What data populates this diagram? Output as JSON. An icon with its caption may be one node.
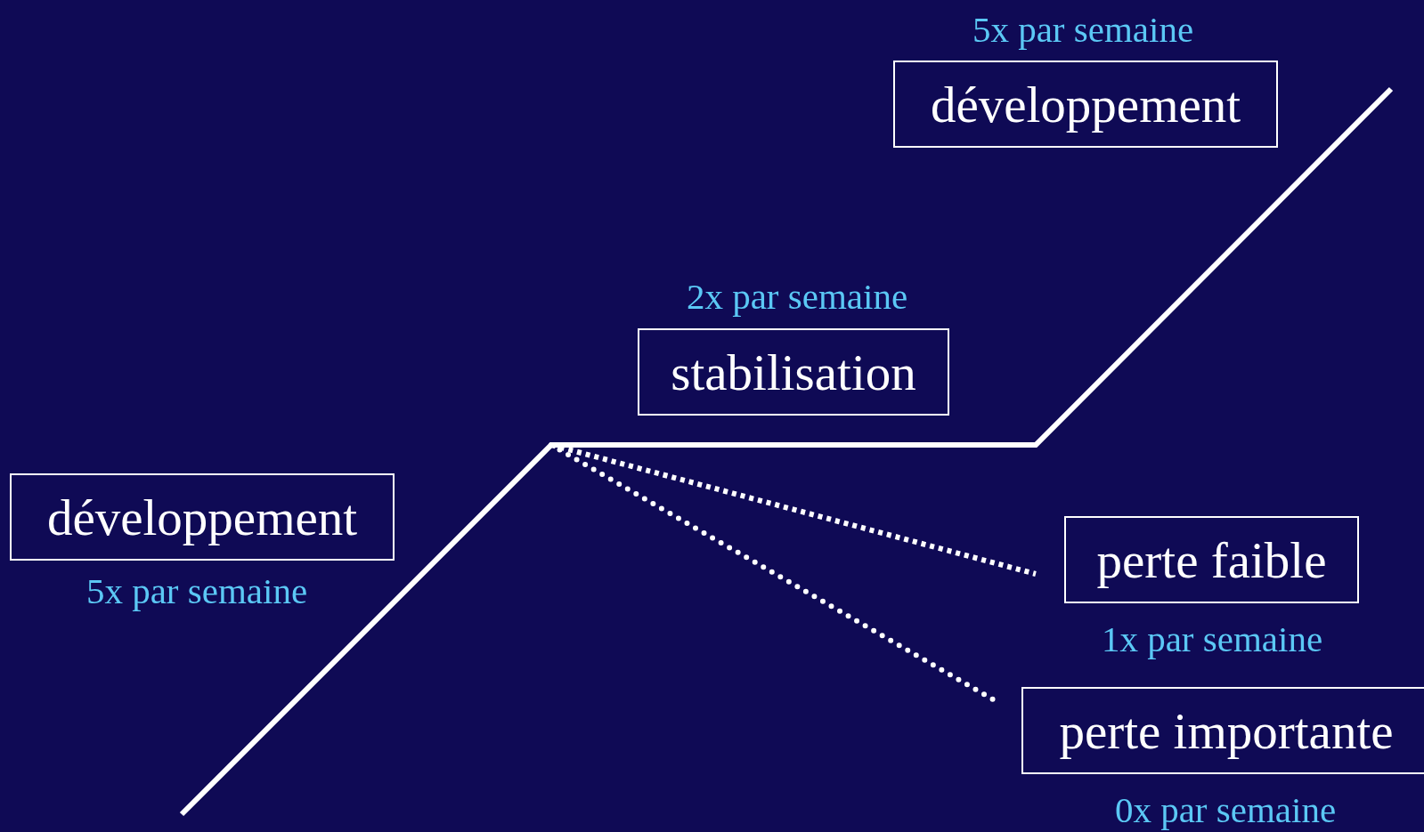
{
  "diagram": {
    "nodes": [
      {
        "text": [
          "développement"
        ],
        "beside": [
          "5x par semaine"
        ]
      },
      {
        "text": [
          "stabilisation"
        ],
        "beside": [
          "2x par semaine"
        ]
      },
      {
        "text": [
          "développement"
        ],
        "beside": [
          "5x par semaine"
        ]
      },
      {
        "text": [
          "perte faible"
        ],
        "beside": [
          "1x par semaine"
        ]
      },
      {
        "text": [
          "perte importante"
        ],
        "beside": [
          "0x par semaine"
        ]
      }
    ]
  }
}
